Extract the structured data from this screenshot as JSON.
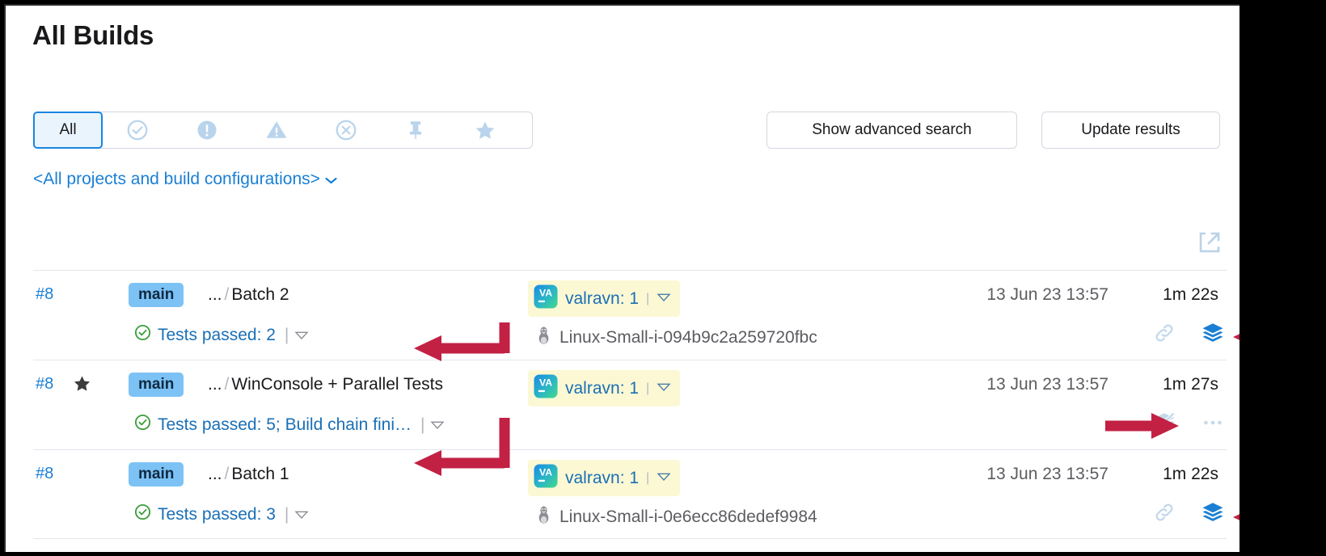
{
  "header": {
    "title": "All Builds"
  },
  "filters": {
    "tabs": [
      {
        "label": "All",
        "icon": "text-all",
        "name": "filter-tab-all",
        "active": true
      },
      {
        "label": "",
        "icon": "check-circle-icon",
        "name": "filter-tab-successful",
        "active": false
      },
      {
        "label": "",
        "icon": "exclamation-circle-icon",
        "name": "filter-tab-failed",
        "active": false
      },
      {
        "label": "",
        "icon": "warning-triangle-icon",
        "name": "filter-tab-problems",
        "active": false
      },
      {
        "label": "",
        "icon": "x-circle-icon",
        "name": "filter-tab-cancelled",
        "active": false
      },
      {
        "label": "",
        "icon": "pin-icon",
        "name": "filter-tab-pinned",
        "active": false
      },
      {
        "label": "",
        "icon": "star-icon",
        "name": "filter-tab-tagged",
        "active": false
      }
    ]
  },
  "toolbar": {
    "advanced_search_label": "Show advanced search",
    "update_results_label": "Update results"
  },
  "project_selector": {
    "label": "<All projects and build configurations>",
    "chevron": "chevron-down-icon"
  },
  "expand_icon": "open-in-new-window-icon",
  "colors": {
    "link": "#1a7fd4",
    "branch_badge_bg": "#7cc2f5",
    "agent_bg": "#fcf8d4",
    "status_ok": "#3a9e3a",
    "annotation_red": "#c22144",
    "stack_active": "#1a7fd4",
    "stack_muted": "#c5d9ec"
  },
  "builds": [
    {
      "number": "#8",
      "starred": false,
      "branch": "main",
      "path_prefix": "...",
      "config": "Batch 2",
      "status_text": "Tests passed: 2",
      "status_icon": "check-circle-icon",
      "agent_badge": "VA",
      "agent": "valravn: 1",
      "host": "Linux-Small-i-094b9c2a259720fbc",
      "host_icon": "linux-penguin-icon",
      "date": "13 Jun 23 13:57",
      "duration": "1m 22s",
      "icons": [
        "chain-link-icon",
        "stack-icon"
      ]
    },
    {
      "number": "#8",
      "starred": true,
      "branch": "main",
      "path_prefix": "...",
      "config": "WinConsole + Parallel Tests",
      "status_text": "Tests passed: 5; Build chain fini…",
      "status_icon": "check-circle-icon",
      "agent_badge": "VA",
      "agent": "valravn: 1",
      "host": "",
      "host_icon": "",
      "date": "13 Jun 23 13:57",
      "duration": "1m 27s",
      "icons": [
        "stack-struck-icon",
        "more-options-icon"
      ]
    },
    {
      "number": "#8",
      "starred": false,
      "branch": "main",
      "path_prefix": "...",
      "config": "Batch 1",
      "status_text": "Tests passed: 3",
      "status_icon": "check-circle-icon",
      "agent_badge": "VA",
      "agent": "valravn: 1",
      "host": "Linux-Small-i-0e6ecc86dedef9984",
      "host_icon": "linux-penguin-icon",
      "date": "13 Jun 23 13:57",
      "duration": "1m 22s",
      "icons": [
        "chain-link-icon",
        "stack-icon"
      ]
    }
  ]
}
